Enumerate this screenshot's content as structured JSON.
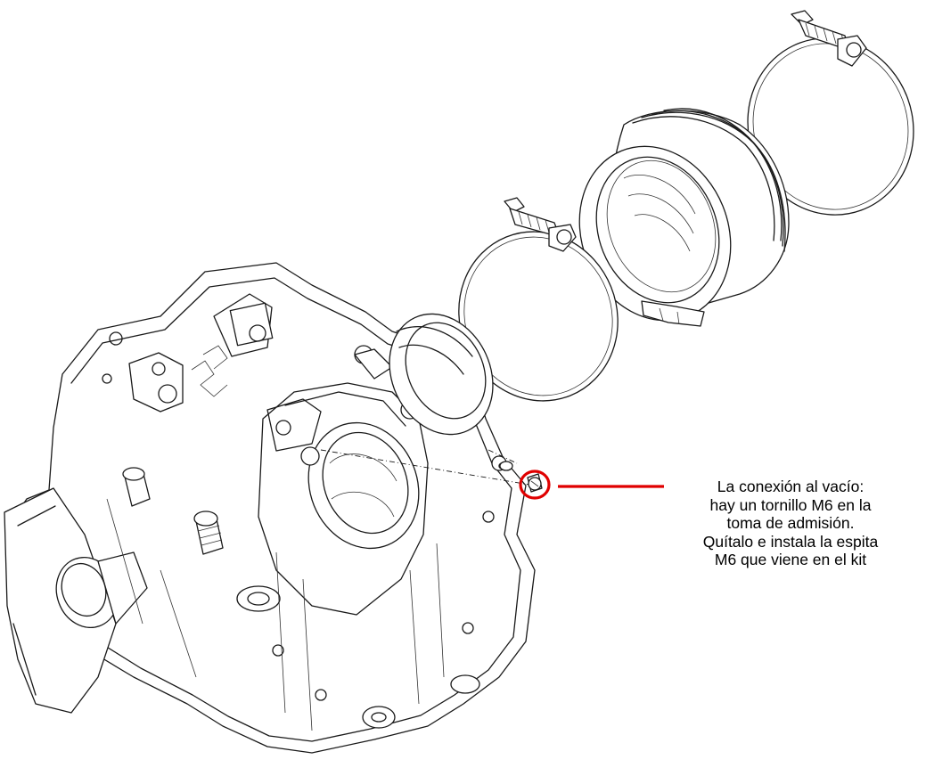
{
  "annotation": {
    "lines": [
      "La conexión al vacío:",
      "hay un tornillo M6 en la",
      "toma de admisión.",
      "Quítalo e instala la espita",
      "M6 que viene en el kit"
    ],
    "highlight_color": "#e00000"
  },
  "icons": {
    "cylinder_head": "engine-cylinder-head-drawing",
    "intake_boot": "intake-rubber-boot-drawing",
    "clamps": "hose-clamp-drawing",
    "screw": "m6-screw-drawing"
  }
}
